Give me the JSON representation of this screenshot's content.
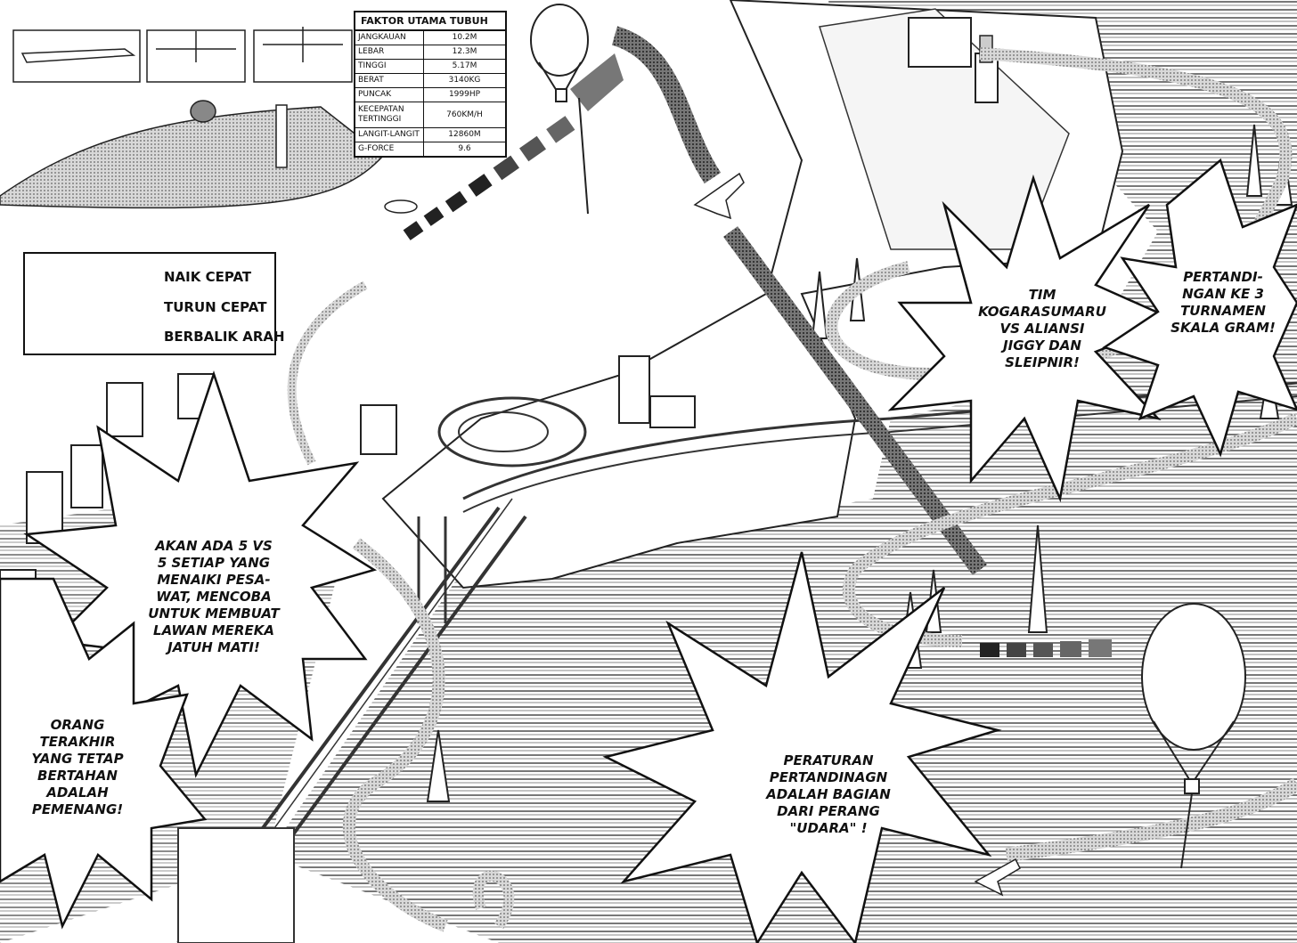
{
  "spec_table": {
    "title": "FAKTOR UTAMA TUBUH",
    "rows": [
      {
        "label": "JANGKAUAN",
        "value": "10.2M"
      },
      {
        "label": "LEBAR",
        "value": "12.3M"
      },
      {
        "label": "TINGGI",
        "value": "5.17M"
      },
      {
        "label": "BERAT",
        "value": "3140KG"
      },
      {
        "label": "PUNCAK",
        "value": "1999HP"
      },
      {
        "label": "KECEPATAN TERTINGGI",
        "value": "760KM/H"
      },
      {
        "label": "LANGIT-LANGIT",
        "value": "12860M"
      },
      {
        "label": "G-FORCE",
        "value": "9.6"
      }
    ]
  },
  "legend": {
    "items": [
      {
        "label": "NAIK CEPAT",
        "style": "segmented"
      },
      {
        "label": "TURUN CEPAT",
        "style": "dark"
      },
      {
        "label": "BERBALIK ARAH",
        "style": "light"
      }
    ]
  },
  "bubbles": {
    "match": {
      "lines": [
        "TIM",
        "KOGARASUMARU",
        "VS ALIANSI",
        "JIGGY DAN",
        "SLEIPNIR!"
      ]
    },
    "tournament": {
      "lines": [
        "PERTANDI-",
        "NGAN KE 3",
        "TURNAMEN",
        "SKALA GRAM!"
      ]
    },
    "rules": {
      "lines": [
        "AKAN ADA 5 VS",
        "5 SETIAP YANG",
        "MENAIKI PESA-",
        "WAT, MENCOBA",
        "UNTUK MEMBUAT",
        "LAWAN MEREKA",
        "JATUH MATI!"
      ]
    },
    "winner": {
      "lines": [
        "ORANG",
        "TERAKHIR",
        "YANG TETAP",
        "BERTAHAN",
        "ADALAH",
        "PEMENANG!"
      ]
    },
    "air_war": {
      "lines": [
        "PERATURAN",
        "PERTANDINAGN",
        "ADALAH BAGIAN",
        "DARI PERANG",
        "\"UDARA\" !"
      ]
    }
  },
  "colors": {
    "ink": "#111111",
    "paper": "#ffffff",
    "screentone": "#9a9a9a"
  }
}
